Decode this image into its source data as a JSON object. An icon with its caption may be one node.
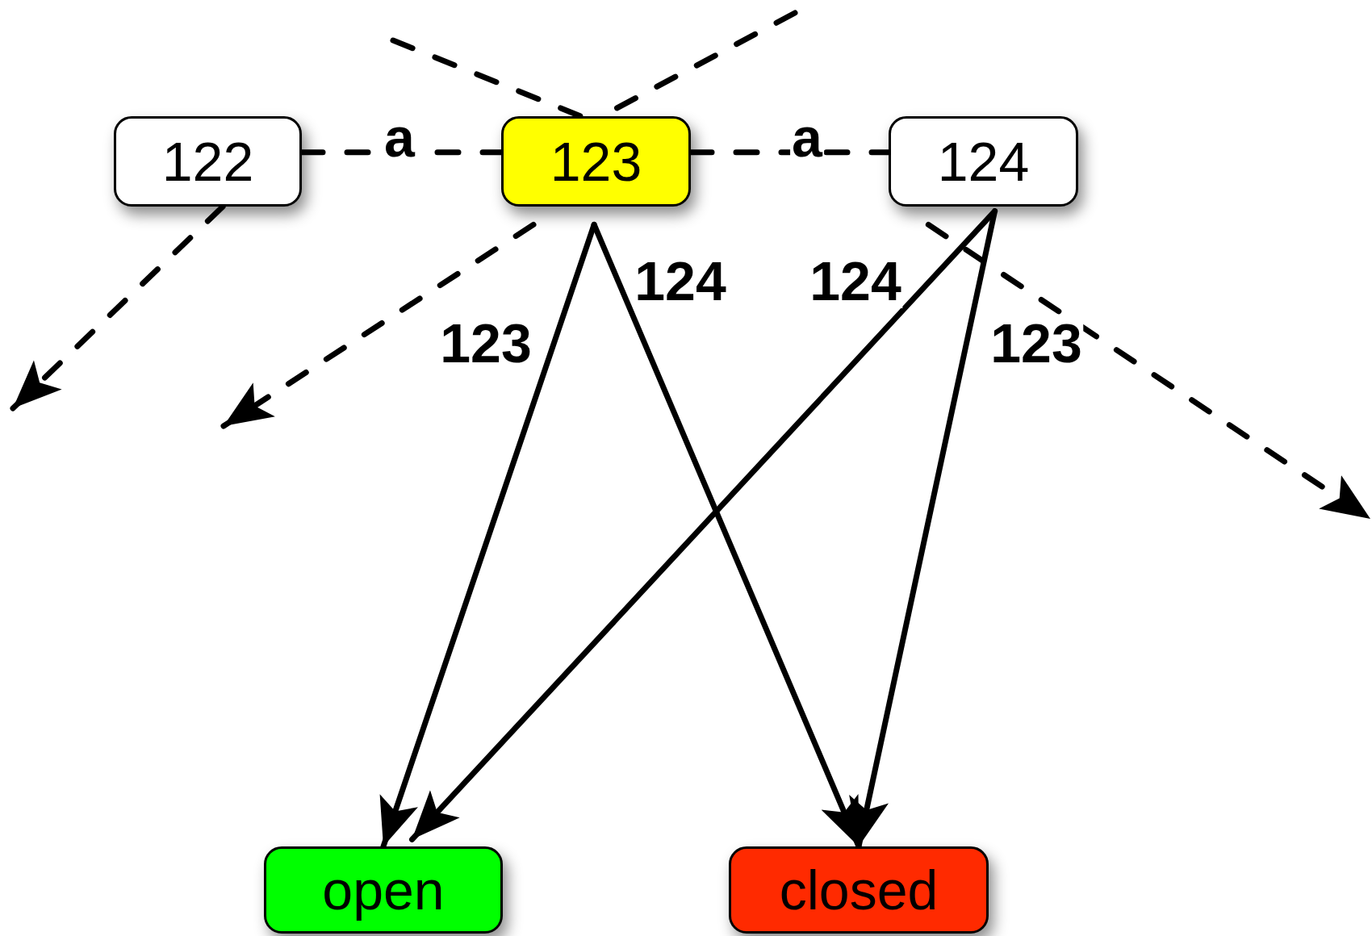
{
  "diagram": {
    "nodes": [
      {
        "text": [
          "122"
        ]
      },
      {
        "text": [
          "123"
        ]
      },
      {
        "text": [
          "124"
        ]
      },
      {
        "text": [
          "open"
        ]
      },
      {
        "text": [
          "closed"
        ]
      }
    ],
    "edges": [
      {
        "from": 0,
        "to": 1,
        "arrow": "none",
        "label": "a",
        "style": "dashed"
      },
      {
        "from": 1,
        "to": 2,
        "arrow": "none",
        "label": "a",
        "style": "dashed"
      },
      {
        "from": null,
        "to": 1,
        "arrow": "none",
        "style": "dashed"
      },
      {
        "from": null,
        "to": 1,
        "arrow": "none",
        "style": "dashed"
      },
      {
        "from": 0,
        "to": null,
        "arrow": "to",
        "style": "dashed"
      },
      {
        "from": 1,
        "to": null,
        "arrow": "to",
        "style": "dashed"
      },
      {
        "from": 2,
        "to": null,
        "arrow": "to",
        "style": "dashed"
      },
      {
        "from": 1,
        "to": 3,
        "arrow": "to",
        "label": "123"
      },
      {
        "from": 1,
        "to": 4,
        "arrow": "to",
        "label": "124"
      },
      {
        "from": 2,
        "to": 3,
        "arrow": "to",
        "label": "124"
      },
      {
        "from": 2,
        "to": 4,
        "arrow": "to",
        "label": "123"
      }
    ]
  }
}
